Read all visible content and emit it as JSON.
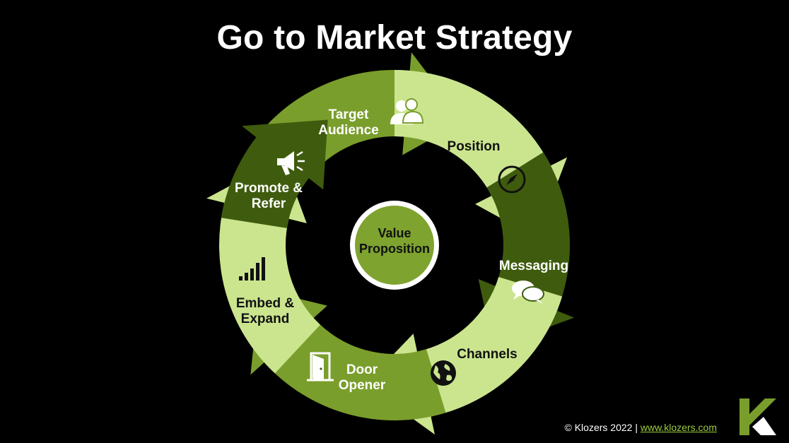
{
  "title": "Go to Market Strategy",
  "center": {
    "line1": "Value",
    "line2": "Proposition"
  },
  "steps": [
    {
      "line1": "Target",
      "line2": "Audience",
      "icon": "users-icon"
    },
    {
      "line1": "Position",
      "line2": "",
      "icon": "compass-icon"
    },
    {
      "line1": "Messaging",
      "line2": "",
      "icon": "chat-bubbles-icon"
    },
    {
      "line1": "Channels",
      "line2": "",
      "icon": "globe-icon"
    },
    {
      "line1": "Door",
      "line2": "Opener",
      "icon": "open-door-icon"
    },
    {
      "line1": "Embed &",
      "line2": "Expand",
      "icon": "signal-bars-icon"
    },
    {
      "line1": "Promote &",
      "line2": "Refer",
      "icon": "megaphone-icon"
    }
  ],
  "footer": {
    "copyright": "© Klozers 2022 |",
    "link": "www.klozers.com"
  },
  "colors": {
    "dark_green": "#3f5c0e",
    "mid_green": "#7a9e2c",
    "light_green": "#cbe58f",
    "center_green": "#7ea32f"
  }
}
